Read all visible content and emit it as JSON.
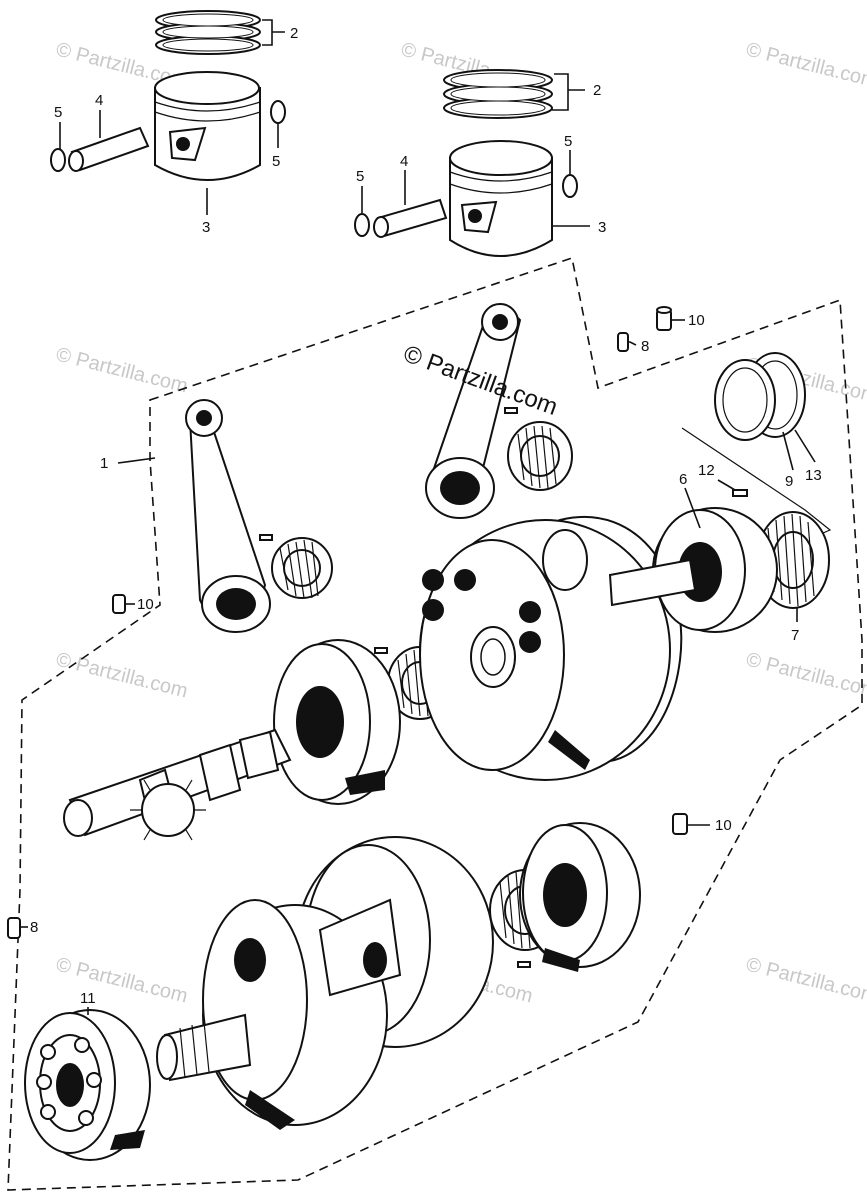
{
  "diagram": {
    "watermark_text": "© Partzilla.com",
    "brand_text": "© Partzilla.com",
    "callouts": {
      "c1": "1",
      "c2a": "2",
      "c2b": "2",
      "c3a": "3",
      "c3b": "3",
      "c4a": "4",
      "c4b": "4",
      "c5a": "5",
      "c5b": "5",
      "c5c": "5",
      "c5d": "5",
      "c6": "6",
      "c7": "7",
      "c8a": "8",
      "c8b": "8",
      "c9": "9",
      "c10a": "10",
      "c10b": "10",
      "c10c": "10",
      "c11": "11",
      "c12": "12",
      "c13": "13"
    }
  }
}
